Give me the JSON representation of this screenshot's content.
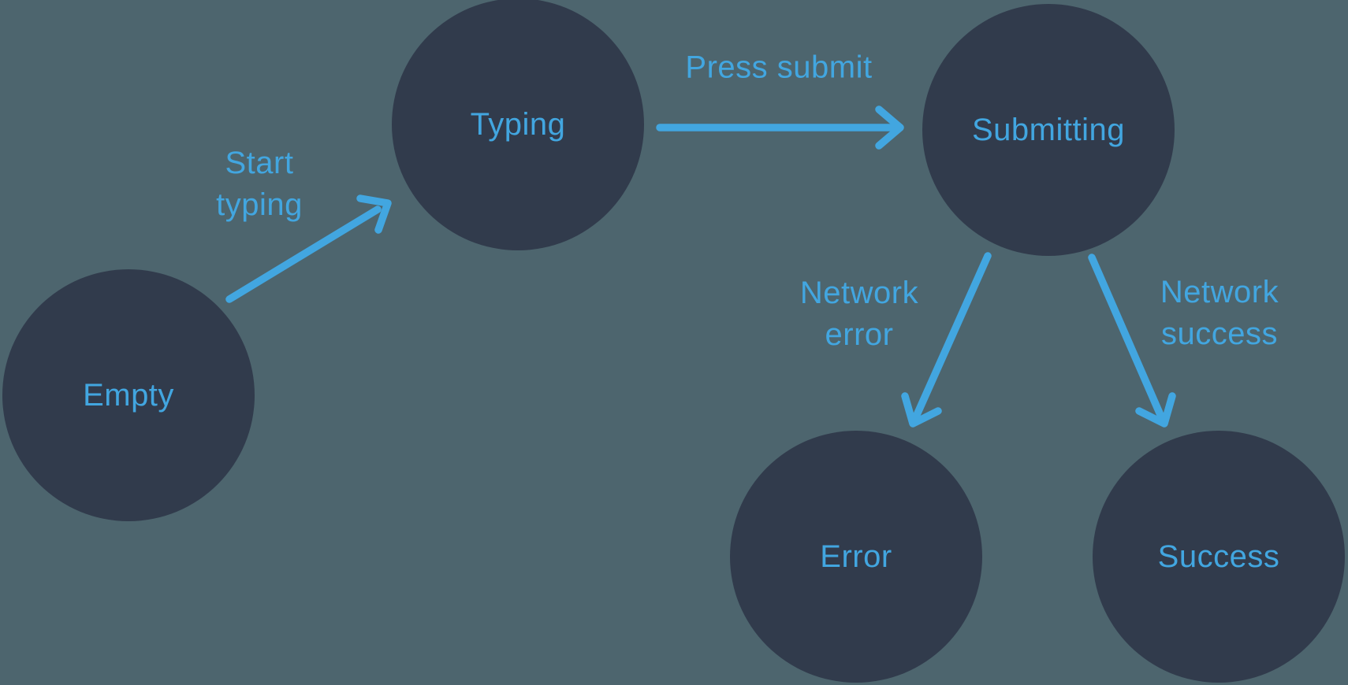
{
  "diagram": {
    "kind": "state-machine",
    "colors": {
      "background": "#4D656E",
      "node_fill": "#313B4C",
      "accent_blue": "#42A6E0"
    },
    "nodes": [
      {
        "id": "empty",
        "label": "Empty"
      },
      {
        "id": "typing",
        "label": "Typing"
      },
      {
        "id": "submitting",
        "label": "Submitting"
      },
      {
        "id": "error",
        "label": "Error"
      },
      {
        "id": "success",
        "label": "Success"
      }
    ],
    "edges": [
      {
        "from": "empty",
        "to": "typing",
        "label": "Start\ntyping"
      },
      {
        "from": "typing",
        "to": "submitting",
        "label": "Press submit"
      },
      {
        "from": "submitting",
        "to": "error",
        "label": "Network\nerror"
      },
      {
        "from": "submitting",
        "to": "success",
        "label": "Network\nsuccess"
      }
    ]
  }
}
